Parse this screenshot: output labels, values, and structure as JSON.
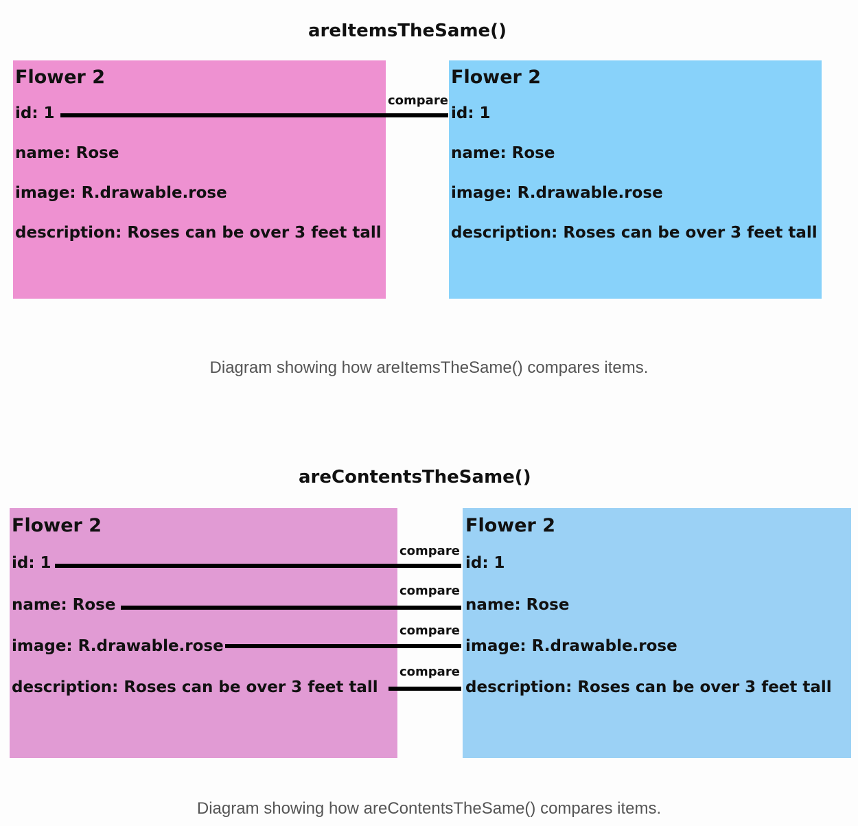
{
  "diagram1": {
    "title": "areItemsTheSame()",
    "left_box": {
      "heading": "Flower 2",
      "fields": [
        "id: 1",
        "name: Rose",
        "image: R.drawable.rose",
        "description: Roses can be over 3 feet tall"
      ],
      "color": "#ee91d1"
    },
    "right_box": {
      "heading": "Flower 2",
      "fields": [
        "id: 1",
        "name: Rose",
        "image: R.drawable.rose",
        "description: Roses can be over 3 feet tall"
      ],
      "color": "#88d2fa"
    },
    "connectors": [
      {
        "label": "compare"
      }
    ],
    "caption": "Diagram showing how areItemsTheSame() compares items."
  },
  "diagram2": {
    "title": "areContentsTheSame()",
    "left_box": {
      "heading": "Flower 2",
      "fields": [
        "id: 1",
        "name: Rose",
        "image: R.drawable.rose",
        "description: Roses can be over 3 feet tall"
      ],
      "color": "#e19bd4"
    },
    "right_box": {
      "heading": "Flower 2",
      "fields": [
        "id: 1",
        "name: Rose",
        "image: R.drawable.rose",
        "description: Roses can be over 3 feet tall"
      ],
      "color": "#9bd1f5"
    },
    "connectors": [
      {
        "label": "compare"
      },
      {
        "label": "compare"
      },
      {
        "label": "compare"
      },
      {
        "label": "compare"
      }
    ],
    "caption": "Diagram showing how areContentsTheSame() compares items."
  }
}
